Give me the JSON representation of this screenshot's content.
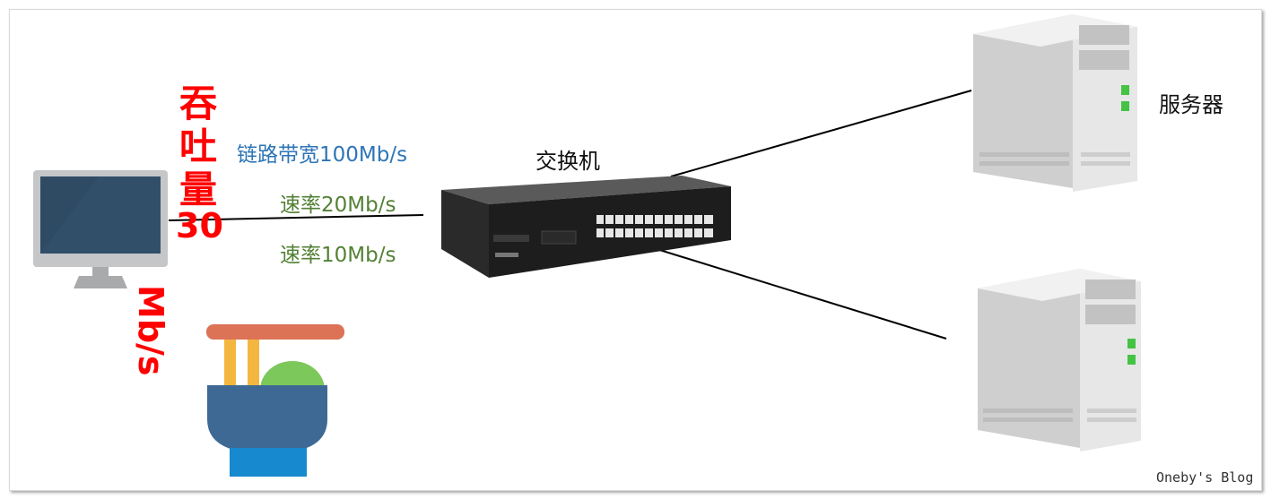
{
  "labels": {
    "bandwidth": "链路带宽100Mb/s",
    "rate1": "速率20Mb/s",
    "rate2": "速率10Mb/s",
    "switch": "交换机",
    "server": "服务器",
    "watermark": "Oneby's Blog"
  },
  "throughput": {
    "title": "吞吐量",
    "value": "30",
    "unit": "Mb/s"
  },
  "colors": {
    "throughput": "#ff0000",
    "bandwidth": "#2e75b6",
    "rate": "#538135"
  },
  "icons": [
    "monitor-icon",
    "switch-device-icon",
    "server-icon",
    "noodle-bowl-icon"
  ]
}
